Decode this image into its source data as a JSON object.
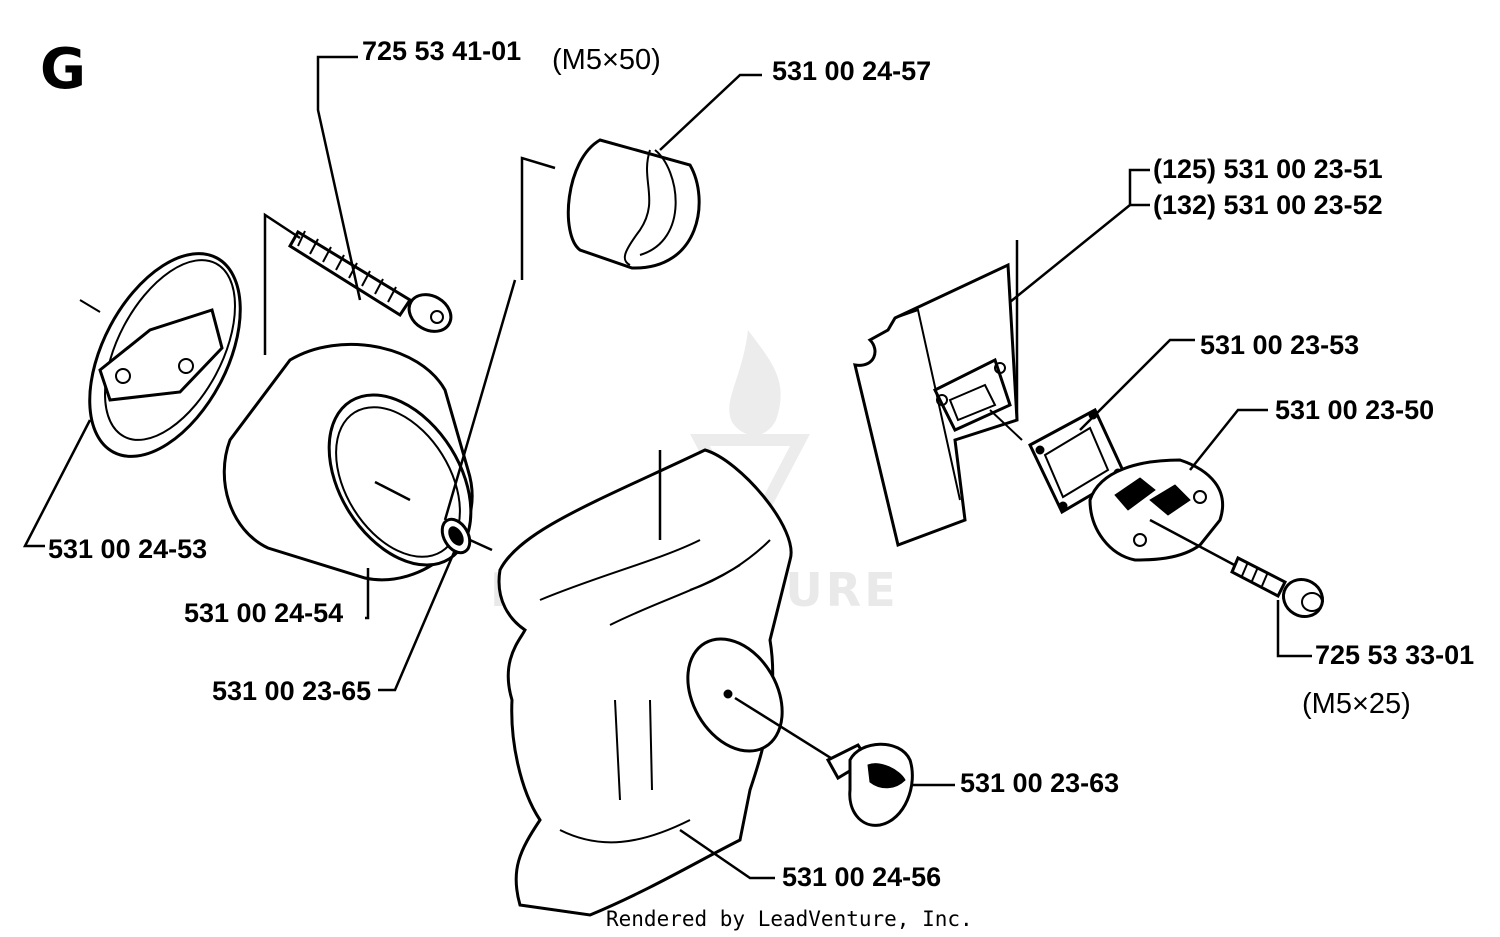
{
  "section_letter": "G",
  "watermark": {
    "text": "LEADVENTURE"
  },
  "footer": {
    "credit": "Rendered by LeadVenture, Inc."
  },
  "callouts": {
    "screw_long": {
      "part_number": "725 53 41-01",
      "spec": "(M5×50)"
    },
    "sleeve": {
      "part_number": "531 00 24-57"
    },
    "heat_shield_125": {
      "part_number": "(125) 531 00 23-51"
    },
    "heat_shield_132": {
      "part_number": "(132) 531 00 23-52"
    },
    "gasket": {
      "part_number": "531 00 23-53"
    },
    "muffler_block": {
      "part_number": "531 00 23-50"
    },
    "screw_short": {
      "part_number": "725 53 33-01",
      "spec": "(M5×25)"
    },
    "filter_holder": {
      "part_number": "531 00 24-53"
    },
    "filter": {
      "part_number": "531 00 24-54"
    },
    "washer": {
      "part_number": "531 00 23-65"
    },
    "knob": {
      "part_number": "531 00 23-63"
    },
    "cover": {
      "part_number": "531 00 24-56"
    }
  }
}
